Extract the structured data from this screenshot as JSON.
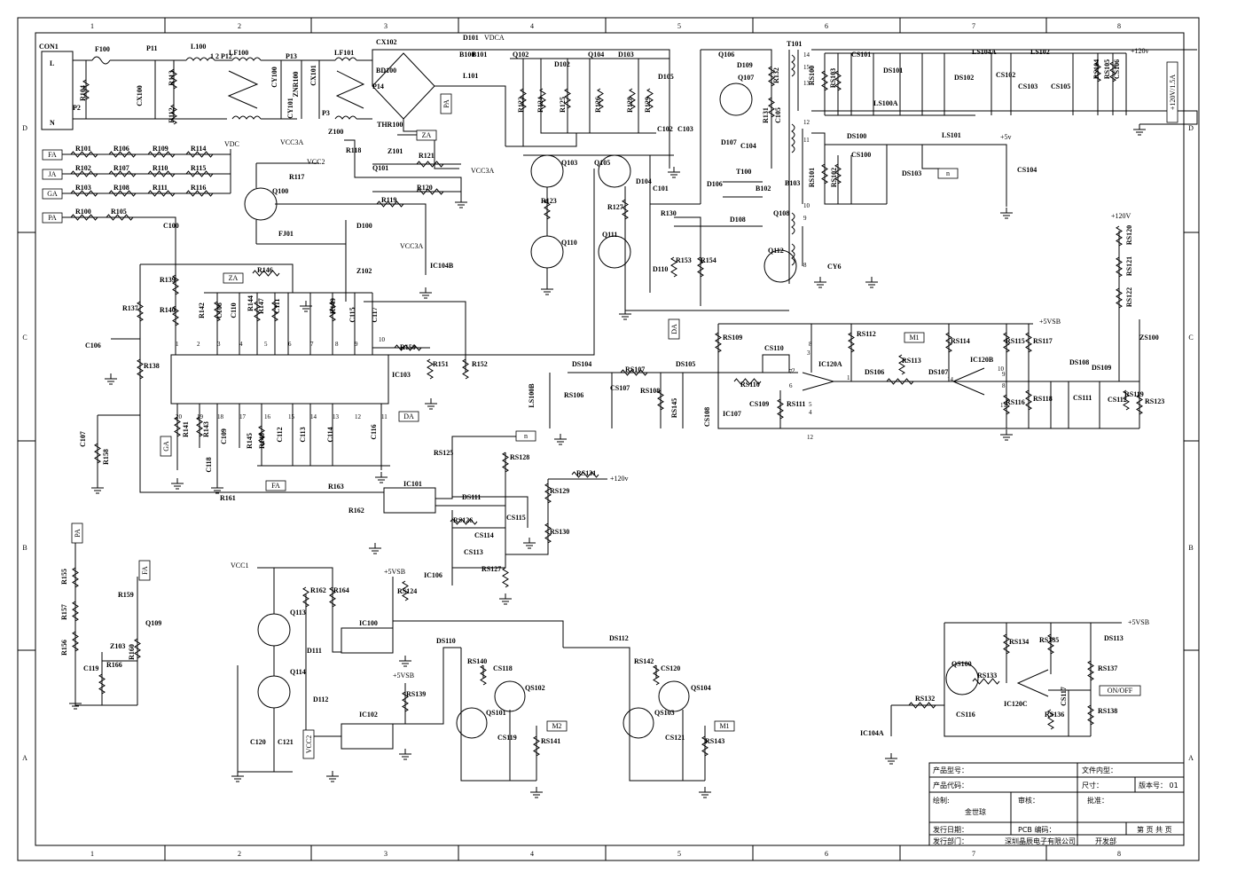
{
  "frame": {
    "col_labels": [
      "1",
      "2",
      "3",
      "4",
      "5",
      "6",
      "7",
      "8"
    ],
    "row_labels": [
      "D",
      "C",
      "B",
      "A"
    ]
  },
  "net_tags": {
    "fa_in": "FA",
    "ja_in": "JA",
    "ga_in": "GA",
    "pa_in": "PA",
    "pa_main": "PA",
    "za_top": "ZA",
    "za_ic": "ZA",
    "ga_ic": "GA",
    "fa_ic": "FA",
    "da_ic": "DA",
    "da_mid": "DA",
    "n_mid": "n",
    "n_right": "n",
    "m1_top": "M1",
    "on_off": "ON/OFF",
    "pa_b": "PA",
    "fa_b": "FA",
    "m2": "M2",
    "m1": "M1",
    "vcc2_bot": "VCC2",
    "rating": "+120V/1.5A"
  },
  "net_labels": {
    "vdca": "VDCA",
    "vdc": "VDC",
    "vcc3a_1": "VCC3A",
    "vcc2": "VCC2",
    "vcc3a_2": "VCC3A",
    "vcc3a_3": "VCC3A",
    "p120_top": "+120v",
    "p5v": "+5v",
    "p120v": "+120V",
    "p5vsb_1": "+5VSB",
    "p120_mid": "+120v",
    "vcc1": "VCC1",
    "p5vsb_2": "+5VSB",
    "p5vsb_3": "+5VSB",
    "p5vsb_4": "+5VSB"
  },
  "components": [
    {
      "id": "con1",
      "label": "CON1"
    },
    {
      "id": "con_l",
      "label": "L"
    },
    {
      "id": "con_n",
      "label": "N"
    },
    {
      "id": "f100",
      "label": "F100"
    },
    {
      "id": "p11",
      "label": "P11"
    },
    {
      "id": "p12",
      "label": "1 2 P12"
    },
    {
      "id": "l100",
      "label": "L100"
    },
    {
      "id": "lf100",
      "label": "LF100"
    },
    {
      "id": "p13",
      "label": "P13"
    },
    {
      "id": "lf101",
      "label": "LF101"
    },
    {
      "id": "p2",
      "label": "P2"
    },
    {
      "id": "r104",
      "label": "R104"
    },
    {
      "id": "cx100",
      "label": "CX100"
    },
    {
      "id": "r113",
      "label": "R113"
    },
    {
      "id": "r112",
      "label": "R112"
    },
    {
      "id": "cy100",
      "label": "CY100"
    },
    {
      "id": "znr100",
      "label": "ZNR100"
    },
    {
      "id": "cy101",
      "label": "CY101"
    },
    {
      "id": "cx101",
      "label": "CX101"
    },
    {
      "id": "p3",
      "label": "P3"
    },
    {
      "id": "cx102",
      "label": "CX102"
    },
    {
      "id": "bd100",
      "label": "BD100"
    },
    {
      "id": "p14",
      "label": "P14"
    },
    {
      "id": "thr100",
      "label": "THR100"
    },
    {
      "id": "d101",
      "label": "D101"
    },
    {
      "id": "b100",
      "label": "B100"
    },
    {
      "id": "b101",
      "label": "B101"
    },
    {
      "id": "l101a",
      "label": "L101"
    },
    {
      "id": "q102",
      "label": "Q102"
    },
    {
      "id": "d102",
      "label": "D102"
    },
    {
      "id": "q104",
      "label": "Q104"
    },
    {
      "id": "d103",
      "label": "D103"
    },
    {
      "id": "d105",
      "label": "D105"
    },
    {
      "id": "r122",
      "label": "R122"
    },
    {
      "id": "r124",
      "label": "R124"
    },
    {
      "id": "r125",
      "label": "R125"
    },
    {
      "id": "r126",
      "label": "R126"
    },
    {
      "id": "r128",
      "label": "R128"
    },
    {
      "id": "r129",
      "label": "R129"
    },
    {
      "id": "r101",
      "label": "R101"
    },
    {
      "id": "r106",
      "label": "R106"
    },
    {
      "id": "r109",
      "label": "R109"
    },
    {
      "id": "r114",
      "label": "R114"
    },
    {
      "id": "r102",
      "label": "R102"
    },
    {
      "id": "r107",
      "label": "R107"
    },
    {
      "id": "r110",
      "label": "R110"
    },
    {
      "id": "r115",
      "label": "R115"
    },
    {
      "id": "r103",
      "label": "R103"
    },
    {
      "id": "r108",
      "label": "R108"
    },
    {
      "id": "r111",
      "label": "R111"
    },
    {
      "id": "r116",
      "label": "R116"
    },
    {
      "id": "r100",
      "label": "R100"
    },
    {
      "id": "r105",
      "label": "R105"
    },
    {
      "id": "c100",
      "label": "C100"
    },
    {
      "id": "z100",
      "label": "Z100"
    },
    {
      "id": "r118",
      "label": "R118"
    },
    {
      "id": "z101",
      "label": "Z101"
    },
    {
      "id": "q101",
      "label": "Q101"
    },
    {
      "id": "r121",
      "label": "R121"
    },
    {
      "id": "r120",
      "label": "R120"
    },
    {
      "id": "r117",
      "label": "R117"
    },
    {
      "id": "q100",
      "label": "Q100"
    },
    {
      "id": "r119",
      "label": "R119"
    },
    {
      "id": "d100",
      "label": "D100"
    },
    {
      "id": "fj01",
      "label": "FJ01"
    },
    {
      "id": "ic104b",
      "label": "IC104B"
    },
    {
      "id": "z102",
      "label": "Z102"
    },
    {
      "id": "r146",
      "label": "R146"
    },
    {
      "id": "r139",
      "label": "R139"
    },
    {
      "id": "r140",
      "label": "R140"
    },
    {
      "id": "r137",
      "label": "R137"
    },
    {
      "id": "r142",
      "label": "R142"
    },
    {
      "id": "c108",
      "label": "C108"
    },
    {
      "id": "c110",
      "label": "C110"
    },
    {
      "id": "r144",
      "label": "R144"
    },
    {
      "id": "r147",
      "label": "R147"
    },
    {
      "id": "c111",
      "label": "C111"
    },
    {
      "id": "r149",
      "label": "R149"
    },
    {
      "id": "c115",
      "label": "C115"
    },
    {
      "id": "c117",
      "label": "C117"
    },
    {
      "id": "c106",
      "label": "C106"
    },
    {
      "id": "r138",
      "label": "R138"
    },
    {
      "id": "ic103",
      "label": "IC103"
    },
    {
      "id": "r150",
      "label": "R150"
    },
    {
      "id": "r151",
      "label": "R151"
    },
    {
      "id": "r152",
      "label": "R152"
    },
    {
      "id": "c107",
      "label": "C107"
    },
    {
      "id": "r158",
      "label": "R158"
    },
    {
      "id": "r141",
      "label": "R141"
    },
    {
      "id": "r143",
      "label": "R143"
    },
    {
      "id": "c109",
      "label": "C109"
    },
    {
      "id": "c118",
      "label": "C118"
    },
    {
      "id": "r145",
      "label": "R145"
    },
    {
      "id": "r148",
      "label": "R148"
    },
    {
      "id": "c112",
      "label": "C112"
    },
    {
      "id": "c113",
      "label": "C113"
    },
    {
      "id": "c114",
      "label": "C114"
    },
    {
      "id": "c116",
      "label": "C116"
    },
    {
      "id": "r161",
      "label": "R161"
    },
    {
      "id": "r163",
      "label": "R163"
    },
    {
      "id": "r162b",
      "label": "R162"
    },
    {
      "id": "ic101",
      "label": "IC101"
    },
    {
      "id": "q103",
      "label": "Q103"
    },
    {
      "id": "q105",
      "label": "Q105"
    },
    {
      "id": "d104",
      "label": "D104"
    },
    {
      "id": "r123",
      "label": "R123"
    },
    {
      "id": "q110",
      "label": "Q110"
    },
    {
      "id": "r127",
      "label": "R127"
    },
    {
      "id": "q111",
      "label": "Q111"
    },
    {
      "id": "c101",
      "label": "C101"
    },
    {
      "id": "r130",
      "label": "R130"
    },
    {
      "id": "d110",
      "label": "D110"
    },
    {
      "id": "r153",
      "label": "R153"
    },
    {
      "id": "r154",
      "label": "R154"
    },
    {
      "id": "c102",
      "label": "C102"
    },
    {
      "id": "c103",
      "label": "C103"
    },
    {
      "id": "q106",
      "label": "Q106"
    },
    {
      "id": "d109",
      "label": "D109"
    },
    {
      "id": "q107",
      "label": "Q107"
    },
    {
      "id": "r132",
      "label": "R132"
    },
    {
      "id": "d107",
      "label": "D107"
    },
    {
      "id": "r131",
      "label": "R131"
    },
    {
      "id": "c104",
      "label": "C104"
    },
    {
      "id": "c105",
      "label": "C105"
    },
    {
      "id": "t101",
      "label": "T101"
    },
    {
      "id": "t100",
      "label": "T100"
    },
    {
      "id": "b102",
      "label": "B102"
    },
    {
      "id": "b103",
      "label": "B103"
    },
    {
      "id": "q108",
      "label": "Q108"
    },
    {
      "id": "d106",
      "label": "D106"
    },
    {
      "id": "d108",
      "label": "D108"
    },
    {
      "id": "q112",
      "label": "Q112"
    },
    {
      "id": "cy6",
      "label": "CY6"
    },
    {
      "id": "cs101",
      "label": "CS101"
    },
    {
      "id": "rs100",
      "label": "RS100"
    },
    {
      "id": "rs103",
      "label": "RS103"
    },
    {
      "id": "ds101",
      "label": "DS101"
    },
    {
      "id": "ds102",
      "label": "DS102"
    },
    {
      "id": "ls104a",
      "label": "LS104A"
    },
    {
      "id": "ls100a",
      "label": "LS100A"
    },
    {
      "id": "cs102",
      "label": "CS102"
    },
    {
      "id": "cs103",
      "label": "CS103"
    },
    {
      "id": "ls102",
      "label": "LS102"
    },
    {
      "id": "cs105",
      "label": "CS105"
    },
    {
      "id": "rs104",
      "label": "RS104"
    },
    {
      "id": "rs105",
      "label": "RS105"
    },
    {
      "id": "cs106",
      "label": "CS106"
    },
    {
      "id": "ds100",
      "label": "DS100"
    },
    {
      "id": "cs100",
      "label": "CS100"
    },
    {
      "id": "rs101",
      "label": "RS101"
    },
    {
      "id": "rs102",
      "label": "RS102"
    },
    {
      "id": "ds103",
      "label": "DS103"
    },
    {
      "id": "ls101",
      "label": "LS101"
    },
    {
      "id": "cs104",
      "label": "CS104"
    },
    {
      "id": "rs120",
      "label": "RS120"
    },
    {
      "id": "rs121",
      "label": "RS121"
    },
    {
      "id": "rs122",
      "label": "RS122"
    },
    {
      "id": "zs100",
      "label": "ZS100"
    },
    {
      "id": "rs109",
      "label": "RS109"
    },
    {
      "id": "cs110",
      "label": "CS110"
    },
    {
      "id": "rs112",
      "label": "RS112"
    },
    {
      "id": "rs114",
      "label": "RS114"
    },
    {
      "id": "rs115",
      "label": "RS115"
    },
    {
      "id": "rs117",
      "label": "RS117"
    },
    {
      "id": "ls100b",
      "label": "LS100B"
    },
    {
      "id": "ds104",
      "label": "DS104"
    },
    {
      "id": "rs107",
      "label": "RS107"
    },
    {
      "id": "ds105",
      "label": "DS105"
    },
    {
      "id": "rs106",
      "label": "RS106"
    },
    {
      "id": "cs107",
      "label": "CS107"
    },
    {
      "id": "rs108",
      "label": "RS108"
    },
    {
      "id": "rs145",
      "label": "RS145"
    },
    {
      "id": "cs108",
      "label": "CS108"
    },
    {
      "id": "ic107",
      "label": "IC107"
    },
    {
      "id": "rs110",
      "label": "RS110"
    },
    {
      "id": "cs109",
      "label": "CS109"
    },
    {
      "id": "rs111",
      "label": "RS111"
    },
    {
      "id": "ic120a",
      "label": "IC120A"
    },
    {
      "id": "ds106",
      "label": "DS106"
    },
    {
      "id": "rs113",
      "label": "RS113"
    },
    {
      "id": "ds107",
      "label": "DS107"
    },
    {
      "id": "ic120b",
      "label": "IC120B"
    },
    {
      "id": "rs116",
      "label": "RS116"
    },
    {
      "id": "rs118",
      "label": "RS118"
    },
    {
      "id": "ds108",
      "label": "DS108"
    },
    {
      "id": "ds109",
      "label": "DS109"
    },
    {
      "id": "cs111",
      "label": "CS111"
    },
    {
      "id": "cs112",
      "label": "CS112"
    },
    {
      "id": "rs119",
      "label": "RS119"
    },
    {
      "id": "rs123",
      "label": "RS123"
    },
    {
      "id": "rs125",
      "label": "RS125"
    },
    {
      "id": "rs128",
      "label": "RS128"
    },
    {
      "id": "rs131",
      "label": "RS131"
    },
    {
      "id": "rs129",
      "label": "RS129"
    },
    {
      "id": "ds111",
      "label": "DS111"
    },
    {
      "id": "rs126",
      "label": "RS126"
    },
    {
      "id": "cs115",
      "label": "CS115"
    },
    {
      "id": "cs114",
      "label": "CS114"
    },
    {
      "id": "cs113",
      "label": "CS113"
    },
    {
      "id": "rs130",
      "label": "RS130"
    },
    {
      "id": "ic106",
      "label": "IC106"
    },
    {
      "id": "rs127",
      "label": "RS127"
    },
    {
      "id": "r155",
      "label": "R155"
    },
    {
      "id": "r157",
      "label": "R157"
    },
    {
      "id": "r156",
      "label": "R156"
    },
    {
      "id": "r159",
      "label": "R159"
    },
    {
      "id": "q109",
      "label": "Q109"
    },
    {
      "id": "z103",
      "label": "Z103"
    },
    {
      "id": "r160",
      "label": "R160"
    },
    {
      "id": "c119",
      "label": "C119"
    },
    {
      "id": "r166",
      "label": "R166"
    },
    {
      "id": "r162",
      "label": "R162"
    },
    {
      "id": "r164",
      "label": "R164"
    },
    {
      "id": "q113",
      "label": "Q113"
    },
    {
      "id": "d111",
      "label": "D111"
    },
    {
      "id": "q114",
      "label": "Q114"
    },
    {
      "id": "d112",
      "label": "D112"
    },
    {
      "id": "ic100",
      "label": "IC100"
    },
    {
      "id": "rs124",
      "label": "RS124"
    },
    {
      "id": "ic102",
      "label": "IC102"
    },
    {
      "id": "rs139",
      "label": "RS139"
    },
    {
      "id": "c120",
      "label": "C120"
    },
    {
      "id": "c121",
      "label": "C121"
    },
    {
      "id": "ds110",
      "label": "DS110"
    },
    {
      "id": "rs140",
      "label": "RS140"
    },
    {
      "id": "cs118",
      "label": "CS118"
    },
    {
      "id": "qs102",
      "label": "QS102"
    },
    {
      "id": "qs101",
      "label": "QS101"
    },
    {
      "id": "cs119",
      "label": "CS119"
    },
    {
      "id": "rs141",
      "label": "RS141"
    },
    {
      "id": "ds112",
      "label": "DS112"
    },
    {
      "id": "rs142",
      "label": "RS142"
    },
    {
      "id": "cs120",
      "label": "CS120"
    },
    {
      "id": "qs104",
      "label": "QS104"
    },
    {
      "id": "qs103",
      "label": "QS103"
    },
    {
      "id": "cs121",
      "label": "CS121"
    },
    {
      "id": "rs143",
      "label": "RS143"
    },
    {
      "id": "rs134",
      "label": "RS134"
    },
    {
      "id": "rs135",
      "label": "RS135"
    },
    {
      "id": "ds113",
      "label": "DS113"
    },
    {
      "id": "qs100",
      "label": "QS100"
    },
    {
      "id": "rs133",
      "label": "RS133"
    },
    {
      "id": "ic120c",
      "label": "IC120C"
    },
    {
      "id": "rs137",
      "label": "RS137"
    },
    {
      "id": "rs132",
      "label": "RS132"
    },
    {
      "id": "cs116",
      "label": "CS116"
    },
    {
      "id": "rs136",
      "label": "RS136"
    },
    {
      "id": "cs117",
      "label": "CS117"
    },
    {
      "id": "rs138",
      "label": "RS138"
    },
    {
      "id": "ic104a",
      "label": "IC104A"
    }
  ],
  "pins": {
    "ic103": [
      "1",
      "2",
      "3",
      "4",
      "5",
      "6",
      "7",
      "8",
      "9",
      "10",
      "20",
      "19",
      "18",
      "17",
      "16",
      "15",
      "14",
      "13",
      "12",
      "11"
    ],
    "ic120a": [
      "3",
      "2",
      "1",
      "7",
      "6",
      "5",
      "4",
      "8",
      "12"
    ],
    "ic120b": [
      "9",
      "8",
      "14",
      "10",
      "11"
    ],
    "t101": [
      "14",
      "15",
      "13",
      "12",
      "11",
      "10",
      "9",
      "8"
    ]
  },
  "title_block": {
    "product_model": "产品型号：",
    "doc_type": "文件内型：",
    "product_code": "产品代码：",
    "size": "尺寸：",
    "version": "版本号： 01",
    "drawn": "绘制:",
    "drawer": "金世琼",
    "review": "审核：",
    "approve": "批准：",
    "pcb": "PCB 编码：",
    "page": "第  页  共  页",
    "issue_date": "发行日期：",
    "issue_dept": "发行部门：",
    "company": "深圳晶辰电子有限公司",
    "dept": "开发部"
  }
}
